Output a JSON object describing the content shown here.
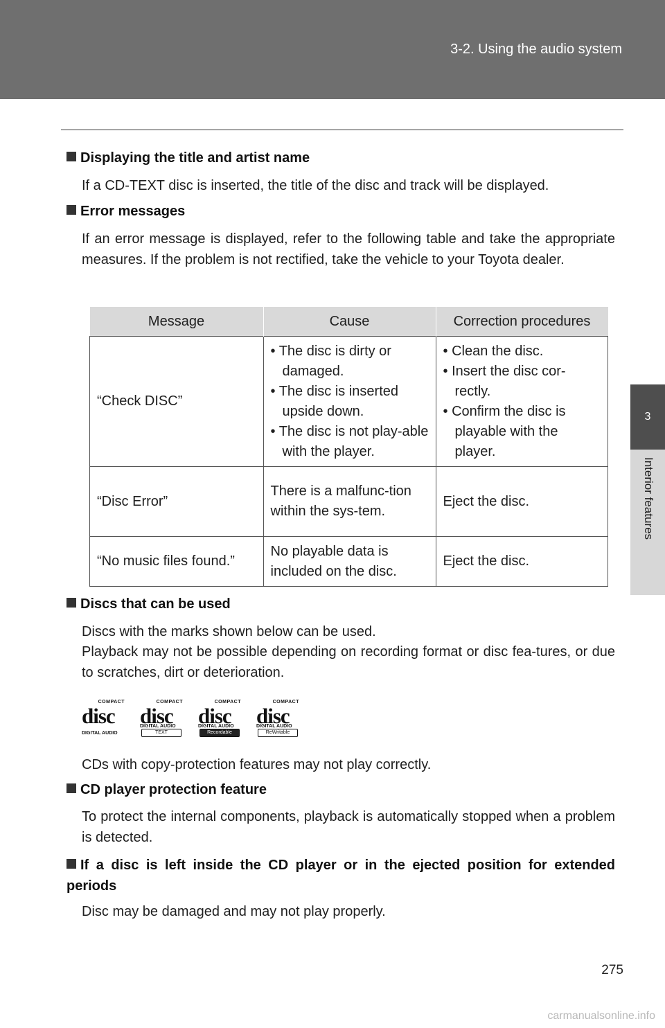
{
  "header": {
    "section": "3-2. Using the audio system"
  },
  "side_tab": {
    "number": "3",
    "label": "Interior features"
  },
  "page_number": "275",
  "watermark": "carmanualsonline.info",
  "sections": {
    "display_title": {
      "heading": "Displaying the title and artist name",
      "body": "If a CD-TEXT disc is inserted, the title of the disc and track will be displayed."
    },
    "error_messages": {
      "heading": "Error messages",
      "body": "If an error message is displayed, refer to the following table and take the appropriate measures. If the problem is not rectified, take the vehicle to your Toyota dealer."
    },
    "discs_used": {
      "heading": "Discs that can be used",
      "body1": "Discs with the marks shown below can be used.",
      "body2": "Playback may not be possible depending on recording format or disc fea-tures, or due to scratches, dirt or deterioration.",
      "body3": "CDs with copy-protection features may not play correctly."
    },
    "protection": {
      "heading": "CD player protection feature",
      "body": "To protect the internal components, playback is automatically stopped when a problem is detected."
    },
    "left_inside": {
      "heading": "If a disc is left inside the CD player or in the ejected position for extended periods",
      "body": "Disc may be damaged and may not play properly."
    }
  },
  "table": {
    "headers": [
      "Message",
      "Cause",
      "Correction procedures"
    ],
    "rows": [
      {
        "message": "“Check DISC”",
        "cause": [
          "The disc is dirty or damaged.",
          "The disc is inserted upside down.",
          "The disc is not play-able with the player."
        ],
        "correction": [
          "Clean the disc.",
          "Insert the disc cor-rectly.",
          "Confirm the disc is playable with the player."
        ]
      },
      {
        "message": "“Disc Error”",
        "cause": "There is a malfunc-tion within the sys-tem.",
        "correction": "Eject the disc."
      },
      {
        "message": "“No music files found.”",
        "cause": "No playable data is included on the disc.",
        "correction": "Eject the disc."
      }
    ]
  },
  "disc_logos": [
    {
      "top": "COMPACT",
      "word": "disc",
      "bottom": "DIGITAL AUDIO",
      "tag": ""
    },
    {
      "top": "COMPACT",
      "word": "disc",
      "bottom": "DIGITAL AUDIO",
      "tag": "TEXT"
    },
    {
      "top": "COMPACT",
      "word": "disc",
      "bottom": "DIGITAL AUDIO",
      "tag": "Recordable"
    },
    {
      "top": "COMPACT",
      "word": "disc",
      "bottom": "DIGITAL AUDIO",
      "tag": "ReWritable"
    }
  ]
}
